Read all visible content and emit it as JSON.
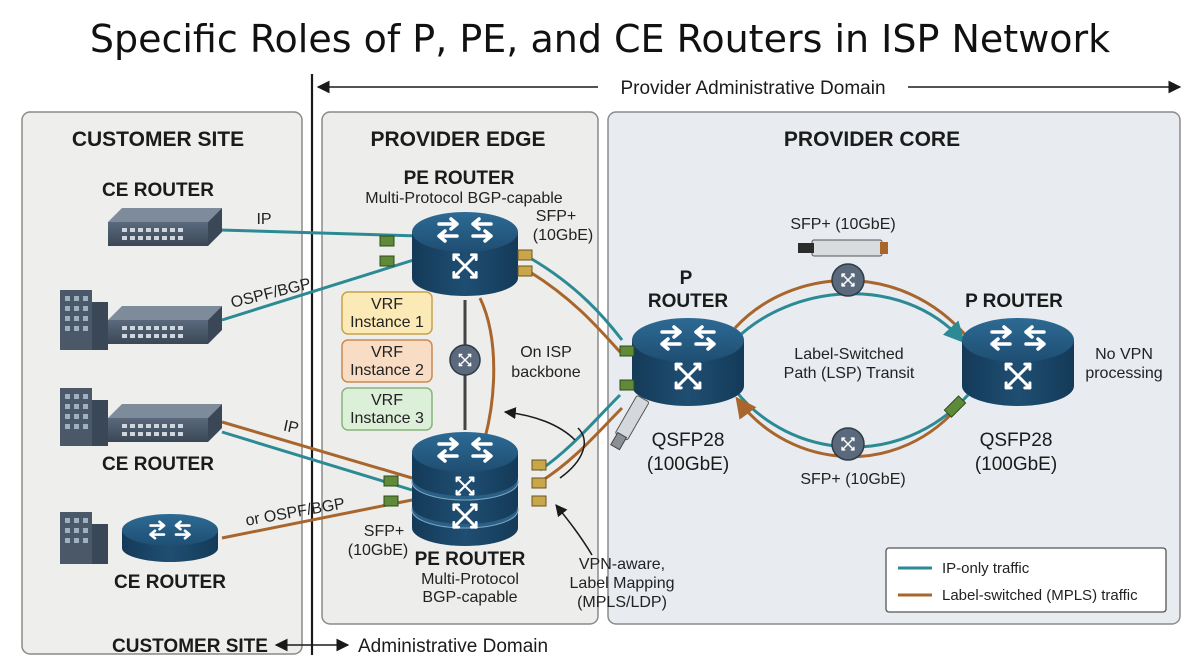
{
  "title": "Specific Roles of P, PE, and CE Routers in ISP Network",
  "domain_banner": "Provider Administrative Domain",
  "zones": {
    "customer": "CUSTOMER SITE",
    "edge": "PROVIDER EDGE",
    "core": "PROVIDER CORE"
  },
  "devices": {
    "ce_1": "CE ROUTER",
    "ce_3": "CE ROUTER",
    "ce_4": "CE ROUTER",
    "pe_top_title": "PE ROUTER",
    "pe_top_sub": "Multi-Protocol BGP-capable",
    "pe_bottom_title": "PE ROUTER",
    "pe_bottom_sub_1": "Multi-Protocol",
    "pe_bottom_sub_2": "BGP-capable",
    "p_left_1": "P",
    "p_left_2": "ROUTER",
    "p_right": "P ROUTER"
  },
  "links": {
    "ip_1": "IP",
    "ospf_bgp": "OSPF/BGP",
    "ip_2": "IP",
    "or_ospf_bgp": "or OSPF/BGP"
  },
  "ports": {
    "sfp_top_1": "SFP+",
    "sfp_top_2": "(10GbE)",
    "sfp_bottom_1": "SFP+",
    "sfp_bottom_2": "(10GbE)",
    "sfp_core_top": "SFP+ (10GbE)",
    "sfp_core_bottom": "SFP+ (10GbE)",
    "qsfp_left_1": "QSFP28",
    "qsfp_left_2": "(100GbE)",
    "qsfp_right_1": "QSFP28",
    "qsfp_right_2": "(100GbE)"
  },
  "vrf": {
    "vrf_1_a": "VRF",
    "vrf_1_b": "Instance 1",
    "vrf_2_a": "VRF",
    "vrf_2_b": "Instance 2",
    "vrf_3_a": "VRF",
    "vrf_3_b": "Instance 3"
  },
  "notes": {
    "backbone_1": "On ISP",
    "backbone_2": "backbone",
    "lsp_1": "Label-Switched",
    "lsp_2": "Path (LSP) Transit",
    "novpn_1": "No VPN",
    "novpn_2": "processing",
    "vpn_1": "VPN-aware,",
    "vpn_2": "Label Mapping",
    "vpn_3": "(MPLS/LDP)"
  },
  "legend": {
    "ip_only": "IP-only traffic",
    "mpls": "Label-switched (MPLS) traffic"
  },
  "bottom": {
    "customer_site": "CUSTOMER  SITE",
    "admin_domain": "Administrative Domain"
  },
  "colors": {
    "ip_line": "#2b8a94",
    "mpls_line": "#a8652c",
    "router_blue": "#1f4e72",
    "vrf_1": "#fbe9b6",
    "vrf_2": "#f8dcc4",
    "vrf_3": "#dcefd8"
  }
}
